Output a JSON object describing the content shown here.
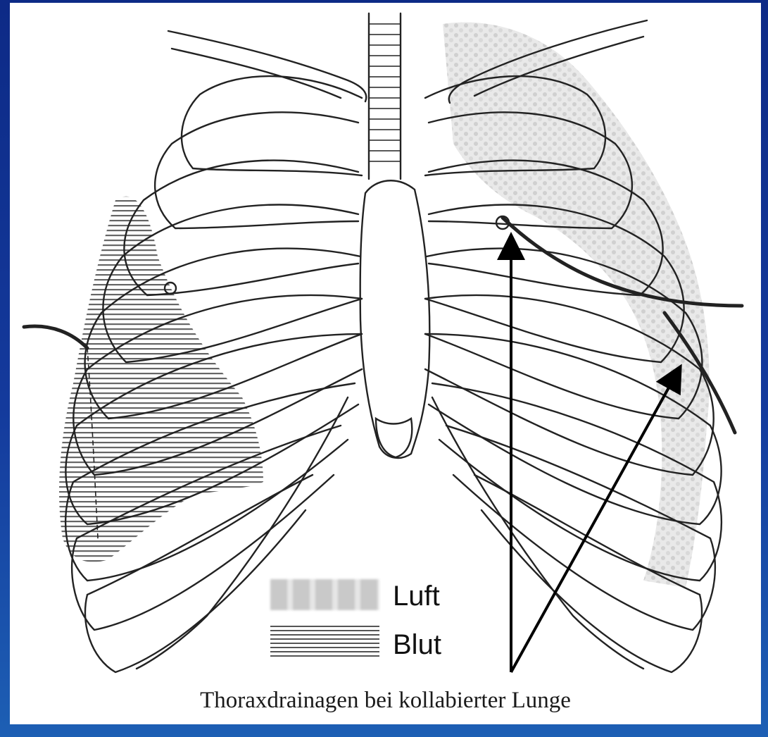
{
  "legend": {
    "air_label": "Luft",
    "blood_label": "Blut"
  },
  "caption": "Thoraxdrainagen bei kollabierter Lunge",
  "colors": {
    "background_blue": "#143a9c",
    "line": "#222222",
    "air_shade": "#c9c9c9",
    "blood_hatch": "#555555"
  }
}
